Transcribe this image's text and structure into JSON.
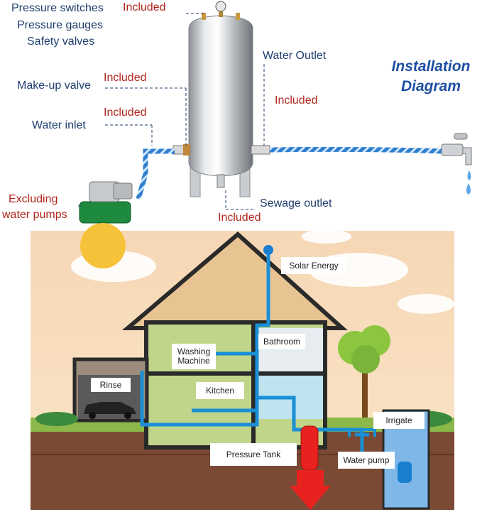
{
  "top_labels": {
    "pressure_switches": "Pressure switches",
    "pressure_gauges": "Pressure gauges",
    "safety_valves": "Safety valves",
    "makeup_valve": "Make-up valve",
    "water_inlet": "Water inlet",
    "excluding_water_pumps_line1": "Excluding",
    "excluding_water_pumps_line2": "water pumps",
    "water_outlet": "Water Outlet",
    "sewage_outlet": "Sewage outlet",
    "included_top": "Included",
    "included_makeup": "Included",
    "included_inlet": "Included",
    "included_outlet": "Included",
    "included_sewage": "Included",
    "title_line1": "Installation",
    "title_line2": "Diagram"
  },
  "house_labels": {
    "solar_energy": "Solar Energy",
    "washing_machine_line1": "Washing",
    "washing_machine_line2": "Machine",
    "bathroom": "Bathroom",
    "rinse": "Rinse",
    "kitchen": "Kitchen",
    "irrigate": "Irrigate",
    "pressure_tank": "Pressure Tank",
    "water_pump": "Water pump"
  },
  "colors": {
    "label_blue": "#1f3f6e",
    "included_red": "#b3261e",
    "title_blue": "#1f4fa3",
    "pipe_blue": "#1a8fd6",
    "tank_red": "#e8231f"
  }
}
